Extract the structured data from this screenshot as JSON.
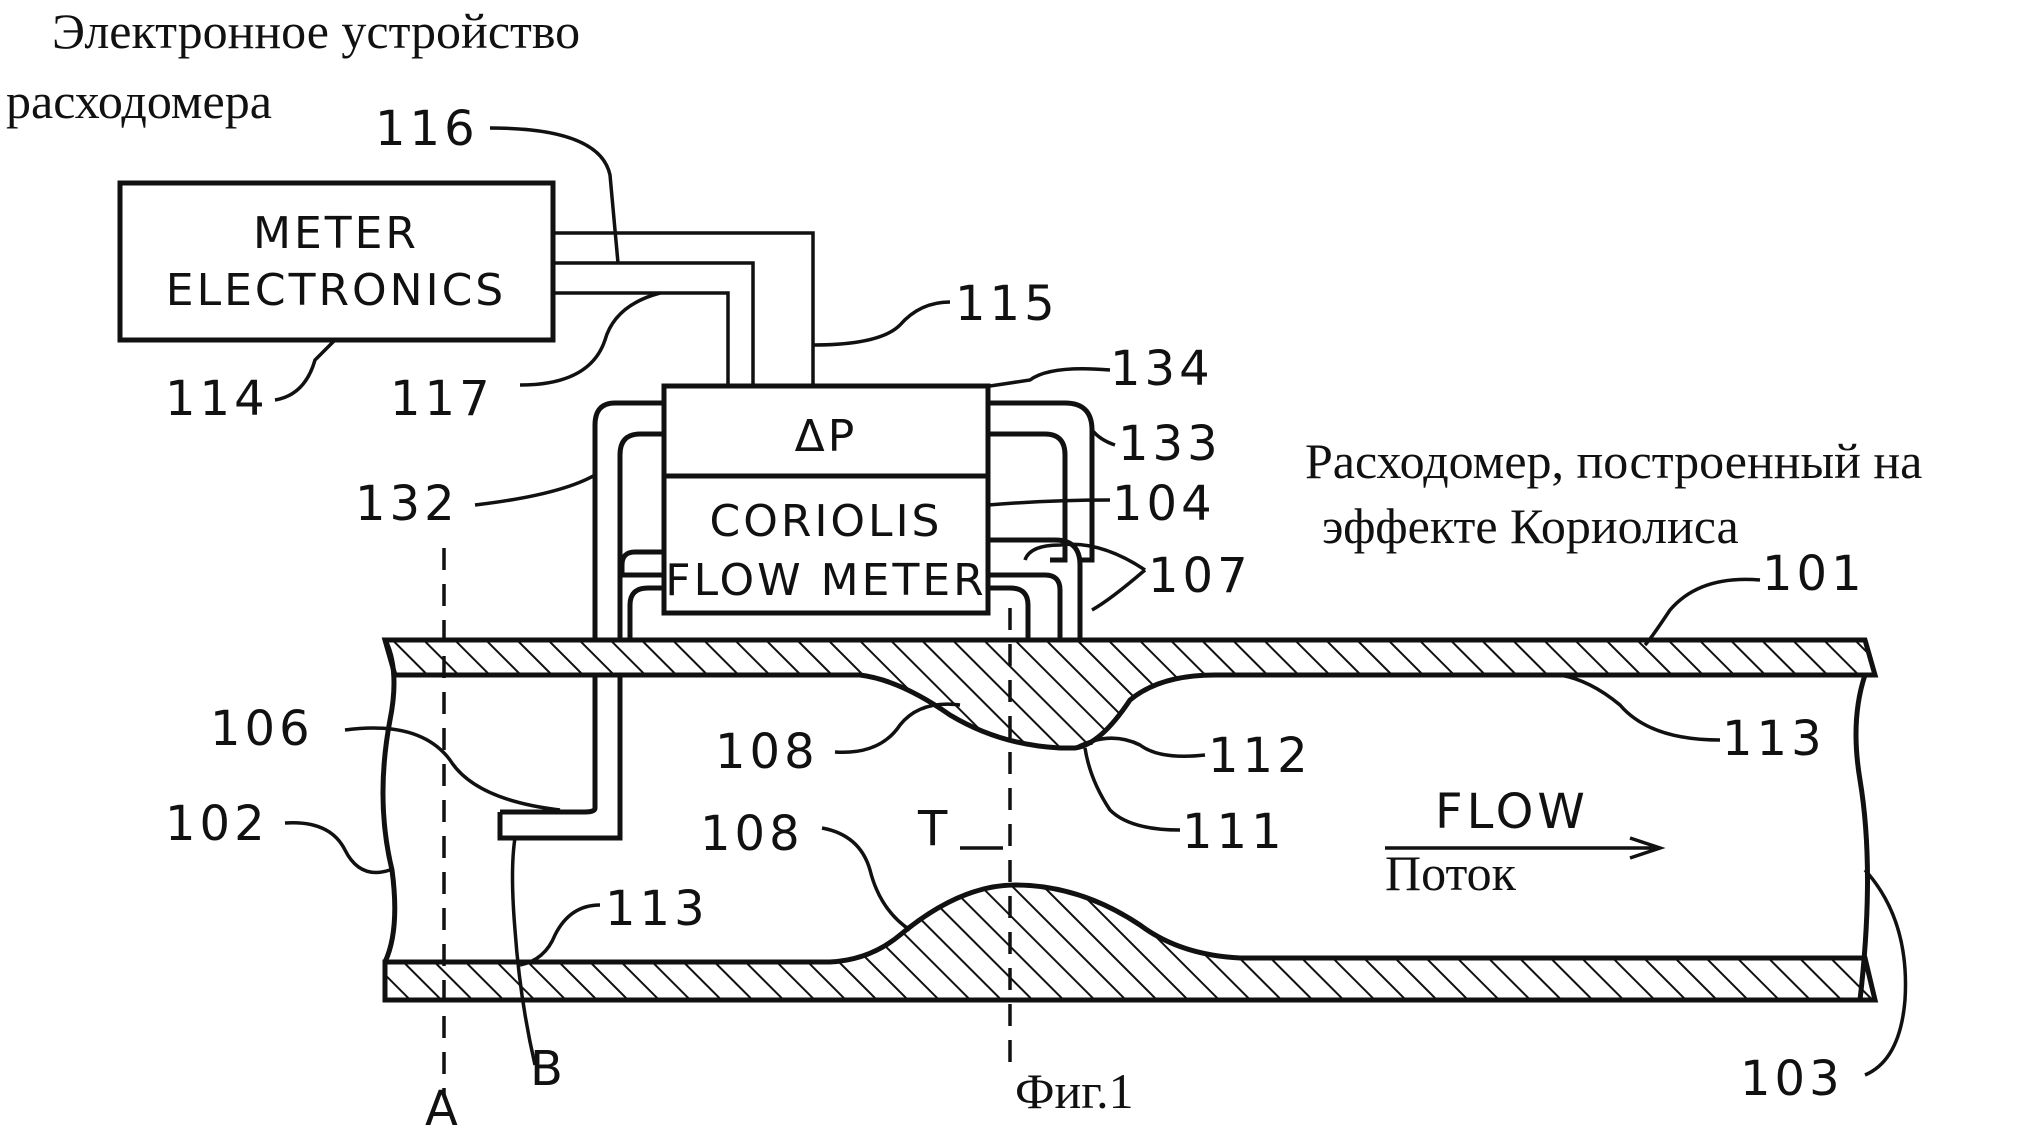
{
  "russian": {
    "electronics_line1": "Электронное устройство",
    "electronics_line2": "расходомера",
    "meter_line1": "Расходомер, построенный на",
    "meter_line2": "эффекте Кориолиса",
    "flow": "Поток",
    "figure": "Фиг.1"
  },
  "boxes": {
    "meter_electronics_line1": "METER",
    "meter_electronics_line2": "ELECTRONICS",
    "delta_p": "ΔP",
    "coriolis_line1": "CORIOLIS",
    "coriolis_line2": "FLOW METER"
  },
  "flow_label": "FLOW",
  "refs": {
    "r116": "116",
    "r115": "115",
    "r114": "114",
    "r117": "117",
    "r134": "134",
    "r133": "133",
    "r132": "132",
    "r104": "104",
    "r107": "107",
    "r101": "101",
    "r106": "106",
    "r108a": "108",
    "r112": "112",
    "r113a": "113",
    "r102": "102",
    "r111": "111",
    "r108b": "108",
    "r113b": "113",
    "rT": "T",
    "rB": "B",
    "rA": "A",
    "r103": "103"
  }
}
